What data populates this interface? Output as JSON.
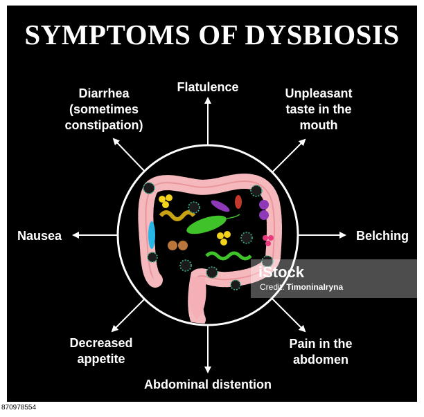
{
  "title": "SYMPTOMS OF DYSBIOSIS",
  "symptoms": {
    "flatulence": "Flatulence",
    "diarrhea": "Diarrhea\n(sometimes\nconstipation)",
    "taste": "Unpleasant\ntaste in the\nmouth",
    "nausea": "Nausea",
    "belching": "Belching",
    "appetite": "Decreased\nappetite",
    "pain": "Pain in the\nabdomen",
    "distention": "Abdominal distention"
  },
  "watermark": {
    "logo": "iStock",
    "credit_label": "Credit:",
    "credit_name": "TimoninaIryna"
  },
  "stock_id": "870978554",
  "colors": {
    "background": "#000000",
    "text": "#ffffff",
    "intestine": "#f5b9bd",
    "bacteria_green": "#3fc22a",
    "bacteria_yellow": "#f2d21b",
    "bacteria_purple": "#8e3ab8",
    "bacteria_cyan": "#27b7e6"
  }
}
